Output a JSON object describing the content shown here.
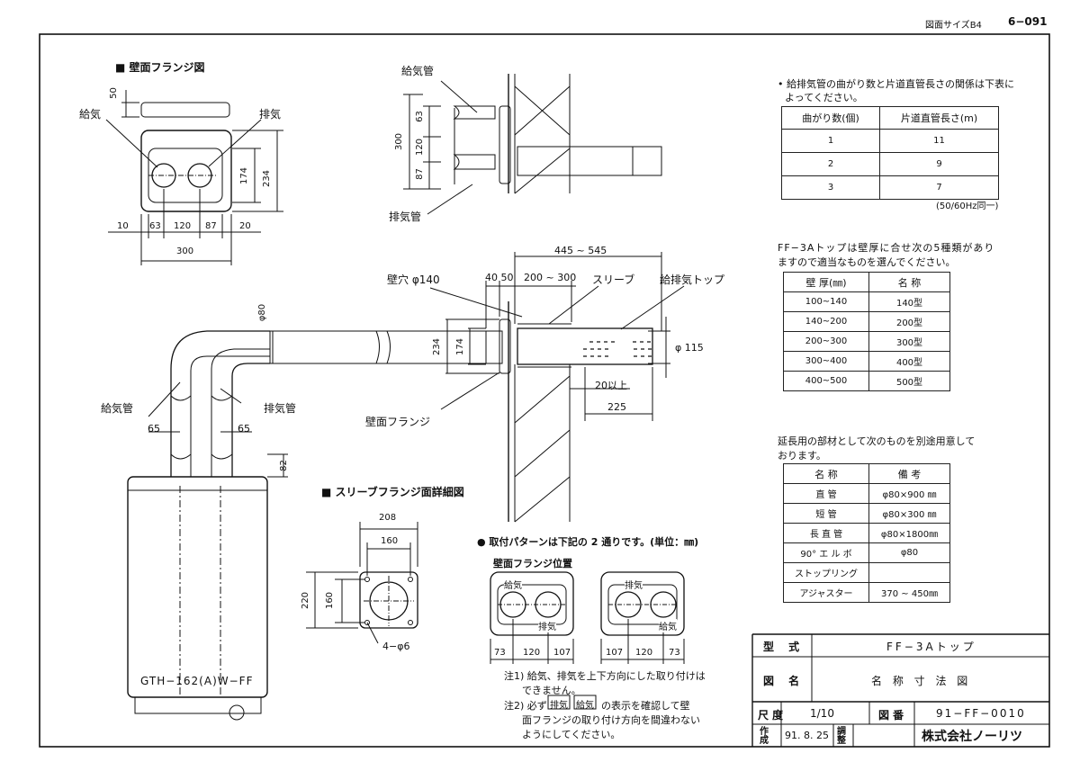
{
  "header": {
    "paper_size": "図面サイズB4",
    "sheet_no": "6−091"
  },
  "wall_flange": {
    "title": "■ 壁面フランジ図",
    "supply": "給気",
    "exhaust": "排気",
    "dims": {
      "h50": "50",
      "h174": "174",
      "h234": "234",
      "w10": "10",
      "w63": "63",
      "w120": "120",
      "w87": "87",
      "w20": "20",
      "w300": "300"
    }
  },
  "side_view": {
    "supply_pipe": "給気管",
    "exhaust_pipe": "排気管",
    "dims": {
      "d300": "300",
      "d63": "63",
      "d120": "120",
      "d87": "87"
    }
  },
  "install_view": {
    "len": "445 ~ 545",
    "wall_hole": "壁穴 φ140",
    "d40_50": "40 50",
    "d200_300": "200 ~ 300",
    "sleeve": "スリーブ",
    "top": "給排気トップ",
    "d234": "234",
    "d174": "174",
    "d115": "φ 115",
    "d20": "20以上",
    "d225": "225",
    "flange": "壁面フランジ"
  },
  "heater": {
    "phi80": "φ80",
    "supply_pipe": "給気管",
    "exhaust_pipe": "排気管",
    "d65a": "65",
    "d65b": "65",
    "d82": "82",
    "model": "GTH−162(A)W−FF"
  },
  "sleeve_detail": {
    "title": "■ スリーブフランジ面詳細図",
    "d208": "208",
    "d160a": "160",
    "d220": "220",
    "d160b": "160",
    "holes": "4−φ6"
  },
  "patterns": {
    "title": "● 取付パターンは下記の 2 通りです。(単位：㎜)",
    "subtitle": "壁面フランジ位置",
    "left": {
      "top": "給気",
      "bottom": "排気",
      "d1": "73",
      "d2": "120",
      "d3": "107"
    },
    "right": {
      "top": "排気",
      "bottom": "給気",
      "d1": "107",
      "d2": "120",
      "d3": "73"
    },
    "note1a": "注1) 給気、排気を上下方向にした取り付けは",
    "note1b": "できません。",
    "note2a_pre": "注2) 必ず",
    "tag_exhaust": "排気",
    "tag_supply": "給気",
    "note2a_post": "の表示を確認して壁",
    "note2b": "面フランジの取り付け方向を間違わない",
    "note2c": "ようにしてください。"
  },
  "bend_table": {
    "intro1": "• 給排気管の曲がり数と片道直管長さの関係は下表に",
    "intro2": "よってください。",
    "headers": [
      "曲がり数(個)",
      "片道直管長さ(m)"
    ],
    "rows": [
      [
        "1",
        "11"
      ],
      [
        "2",
        "9"
      ],
      [
        "3",
        "7"
      ]
    ],
    "footnote": "(50/60Hz同一)"
  },
  "wall_table": {
    "intro1": "FF−3Aトップは壁厚に合せ次の5種類があり",
    "intro2": "ますので適当なものを選んでください。",
    "headers": [
      "壁 厚(㎜)",
      "名 称"
    ],
    "rows": [
      [
        "100~140",
        "140型"
      ],
      [
        "140~200",
        "200型"
      ],
      [
        "200~300",
        "300型"
      ],
      [
        "300~400",
        "400型"
      ],
      [
        "400~500",
        "500型"
      ]
    ]
  },
  "ext_table": {
    "intro1": "延長用の部材として次のものを別途用意して",
    "intro2": "おります。",
    "headers": [
      "名 称",
      "備 考"
    ],
    "rows": [
      [
        "直 管",
        "φ80×900 ㎜"
      ],
      [
        "短 管",
        "φ80×300 ㎜"
      ],
      [
        "長 直 管",
        "φ80×1800㎜"
      ],
      [
        "90° エ ル ボ",
        "φ80"
      ],
      [
        "ストップリング",
        ""
      ],
      [
        "アジャスター",
        "370 ~ 450㎜"
      ]
    ]
  },
  "title_block": {
    "model_label": "型 式",
    "model_value": "FF−3Aトップ",
    "name_label": "図 名",
    "name_value": "名 称 寸 法 図",
    "scale_label": "尺度",
    "scale_value": "1/10",
    "no_label": "図番",
    "no_value": "91−FF−0010",
    "made_label": "作成",
    "made_value": "91. 8. 25",
    "check_label": "調整",
    "company": "株式会社ノーリツ"
  }
}
